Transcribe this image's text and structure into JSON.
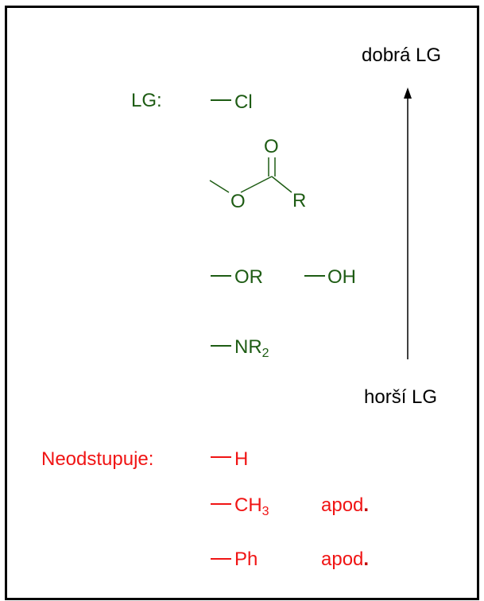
{
  "top_label": "dobrá LG",
  "bottom_label": "horší LG",
  "lg_heading": "LG:",
  "neodstupuje_heading": "Neodstupuje:",
  "groups": {
    "cl": "Cl",
    "ester_o_carbonyl": "O",
    "ester_o_ether": "O",
    "ester_r": "R",
    "or": "OR",
    "oh": "OH",
    "nr2": "NR",
    "nr2_sub": "2"
  },
  "non_leaving": {
    "h": "H",
    "ch3": "CH",
    "ch3_sub": "3",
    "ph": "Ph",
    "etc1": "apod",
    "etc2": "apod",
    "dot": "."
  },
  "colors": {
    "good": "#1e5c14",
    "bad": "#f01414",
    "arrow": "#000000"
  }
}
